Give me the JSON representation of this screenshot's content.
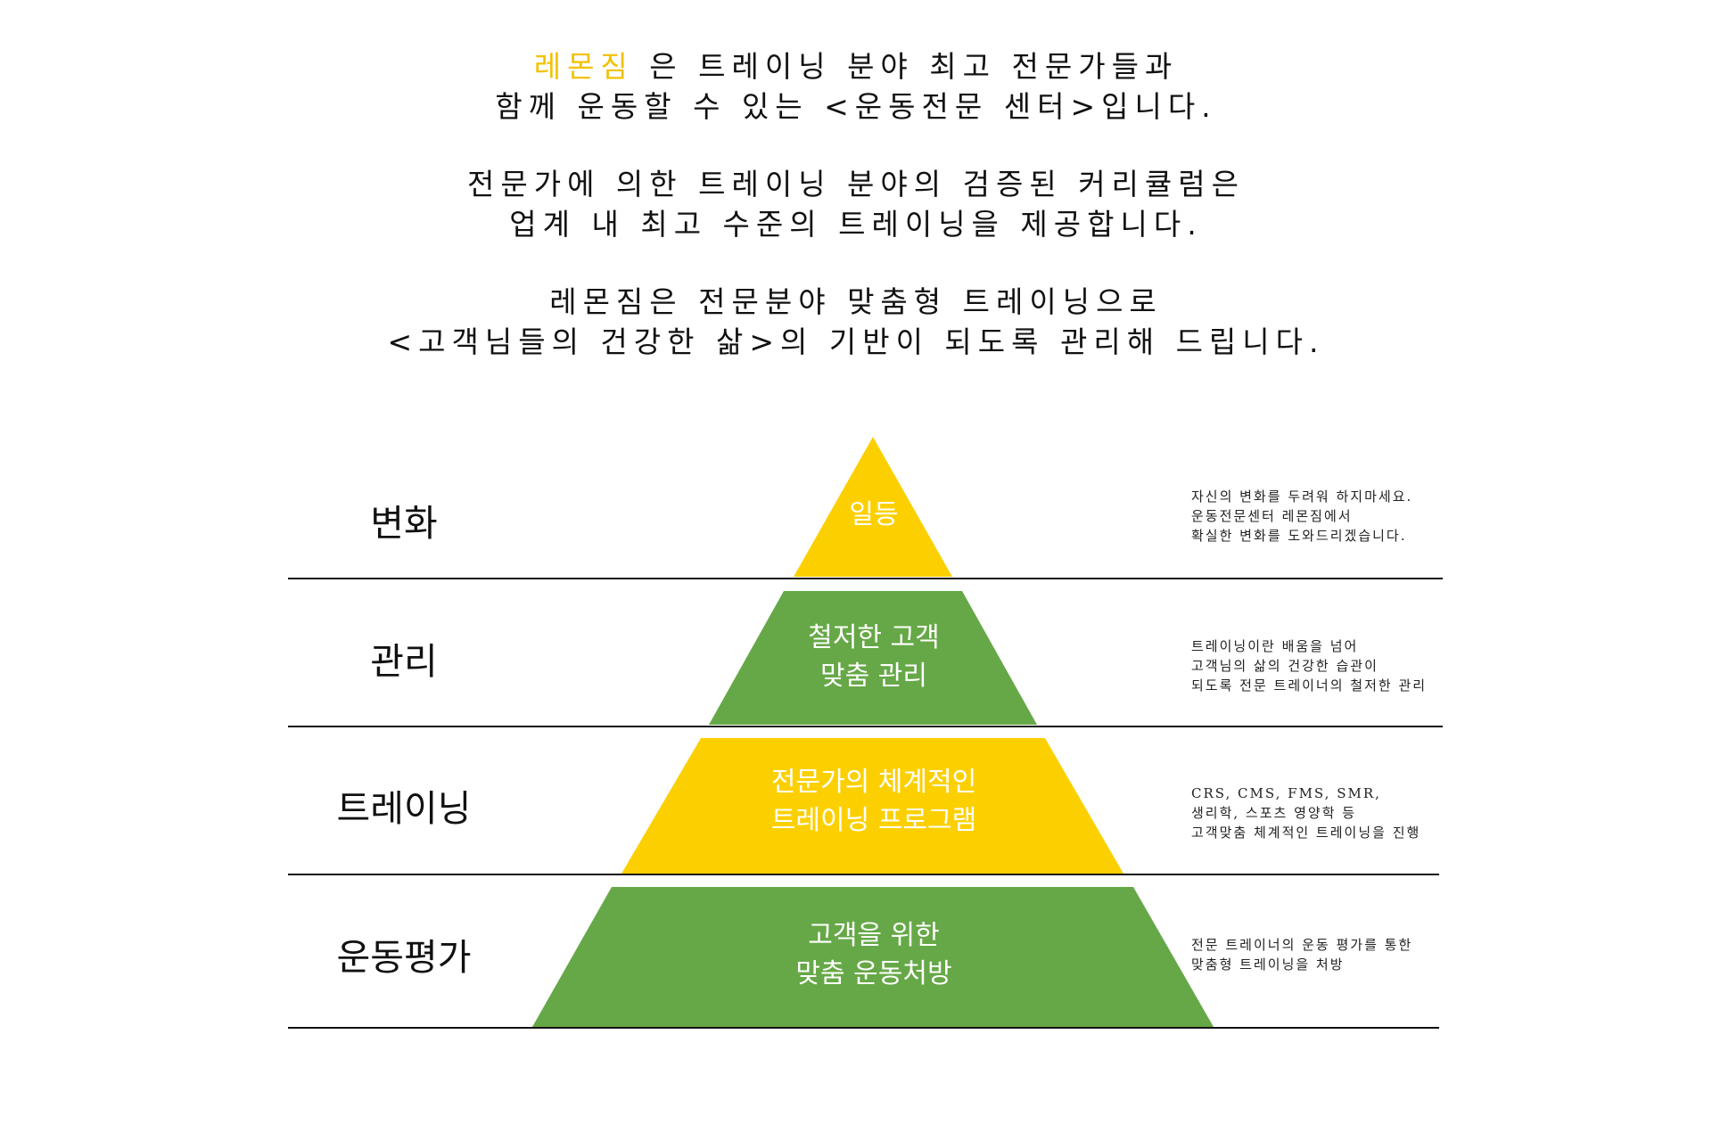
{
  "intro": {
    "brand": "레몬짐",
    "paragraphs": [
      [
        "은 트레이닝 분야 최고 전문가들과",
        "함께 운동할 수 있는 <운동전문 센터>입니다."
      ],
      [
        "전문가에 의한 트레이닝 분야의 검증된 커리큘럼은",
        "업계 내 최고 수준의 트레이닝을 제공합니다."
      ],
      [
        "레몬짐은 전문분야 맞춤형 트레이닝으로",
        "<고객님들의 건강한 삶>의 기반이 되도록 관리해 드립니다."
      ]
    ]
  },
  "colors": {
    "brand_yellow": "#f2c200",
    "tier_yellow": "#fcd000",
    "tier_green": "#66a847",
    "line": "#111111"
  },
  "pyramid": {
    "tiers": [
      {
        "level": "변화",
        "title_lines": [
          "일등"
        ],
        "color": "yellow",
        "description": [
          "자신의 변화를 두려워 하지마세요.",
          "운동전문센터 레몬짐에서",
          "확실한 변화를 도와드리겠습니다."
        ]
      },
      {
        "level": "관리",
        "title_lines": [
          "철저한 고객",
          "맞춤 관리"
        ],
        "color": "green",
        "description": [
          "트레이닝이란 배움을 넘어",
          "고객님의 삶의 건강한 습관이",
          "되도록 전문 트레이너의 철저한 관리"
        ]
      },
      {
        "level": "트레이닝",
        "title_lines": [
          "전문가의 체계적인",
          "트레이닝 프로그램"
        ],
        "color": "yellow",
        "description": [
          "CRS, CMS, FMS, SMR,",
          "생리학, 스포츠 영양학 등",
          "고객맞춤 체계적인 트레이닝을 진행"
        ]
      },
      {
        "level": "운동평가",
        "title_lines": [
          "고객을 위한",
          "맞춤 운동처방"
        ],
        "color": "green",
        "description": [
          "전문 트레이너의 운동 평가를 통한",
          "맞춤형 트레이닝을 처방"
        ]
      }
    ]
  }
}
